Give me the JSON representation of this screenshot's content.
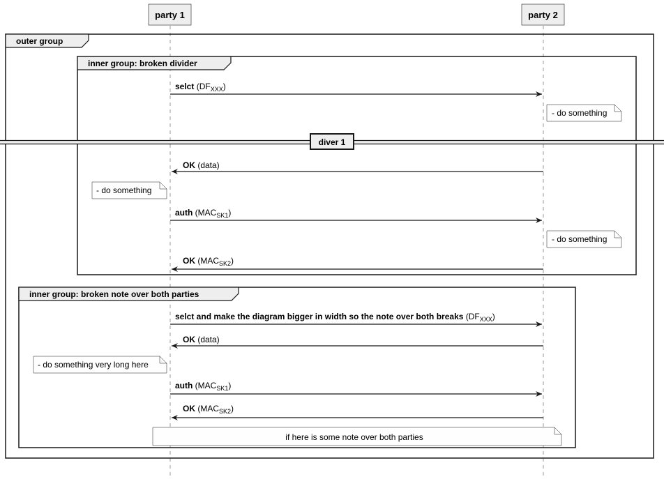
{
  "participants": {
    "p1": "party 1",
    "p2": "party 2"
  },
  "groups": {
    "outer": "outer group",
    "inner1": "inner group: broken divider",
    "inner2": "inner group: broken note over both parties"
  },
  "divider": "diver 1",
  "messages": [
    {
      "bold": "selct",
      "open": " (DF",
      "sub": "XXX",
      "close": ")"
    },
    {
      "bold": "OK",
      "open": " (data)",
      "sub": "",
      "close": ""
    },
    {
      "bold": "auth",
      "open": " (MAC",
      "sub": "SK1",
      "close": ")"
    },
    {
      "bold": "OK",
      "open": " (MAC",
      "sub": "SK2",
      "close": ")"
    },
    {
      "bold": "selct and make the diagram bigger in width so the note over both breaks",
      "open": " (DF",
      "sub": "XXX",
      "close": ")"
    },
    {
      "bold": "OK",
      "open": " (data)",
      "sub": "",
      "close": ""
    },
    {
      "bold": "auth",
      "open": " (MAC",
      "sub": "SK1",
      "close": ")"
    },
    {
      "bold": "OK",
      "open": " (MAC",
      "sub": "SK2",
      "close": ")"
    }
  ],
  "notes": {
    "n1": "- do something",
    "n2": "- do something",
    "n3": "- do something",
    "n4": "- do something very long here",
    "n5": "if here is some note over both parties"
  },
  "colors": {
    "box_fill": "#eeeeee",
    "stroke": "#181818",
    "lifeline": "#999999",
    "note_fill": "#fefefe"
  }
}
